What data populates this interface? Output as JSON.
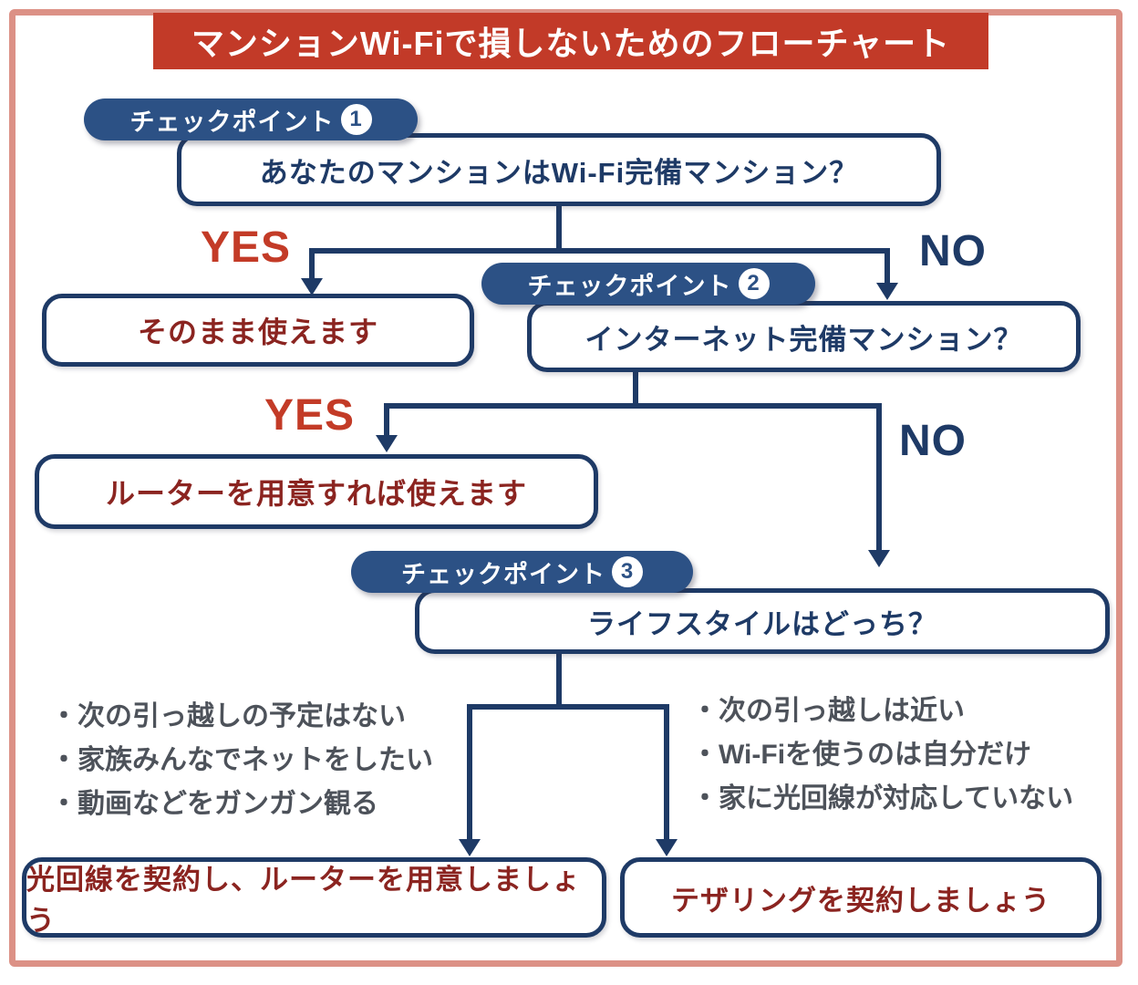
{
  "title": {
    "text": "マンションWi-Fiで損しないためのフローチャート"
  },
  "checkpoints": [
    {
      "label": "チェックポイント",
      "number": "1",
      "question": "あなたのマンションはWi-Fi完備マンション？"
    },
    {
      "label": "チェックポイント",
      "number": "2",
      "question": "インターネット完備マンション？"
    },
    {
      "label": "チェックポイント",
      "number": "3",
      "question": "ライフスタイルはどっち？"
    }
  ],
  "branch_labels": {
    "yes1": "YES",
    "no1": "NO",
    "yes2": "YES",
    "no2": "NO"
  },
  "results": {
    "use_as_is": "そのまま使えます",
    "router": "ルーターを用意すれば使えます",
    "fiber": "光回線を契約し、ルーターを用意しましょう",
    "tethering": "テザリングを契約しましょう"
  },
  "lifestyle_left": {
    "items": [
      "・次の引っ越しの予定はない",
      "・家族みんなでネットをしたい",
      "・動画などをガンガン観る"
    ]
  },
  "lifestyle_right": {
    "items": [
      "・次の引っ越しは近い",
      "・Wi-Fiを使うのは自分だけ",
      "・家に光回線が対応していない"
    ]
  },
  "colors": {
    "navy": "#1e3a66",
    "pill": "#2c5185",
    "banner": "#c23a28",
    "yes": "#c33b27",
    "darkred": "#8b2420",
    "gray": "#4d525a",
    "frame": "#dc9186"
  }
}
